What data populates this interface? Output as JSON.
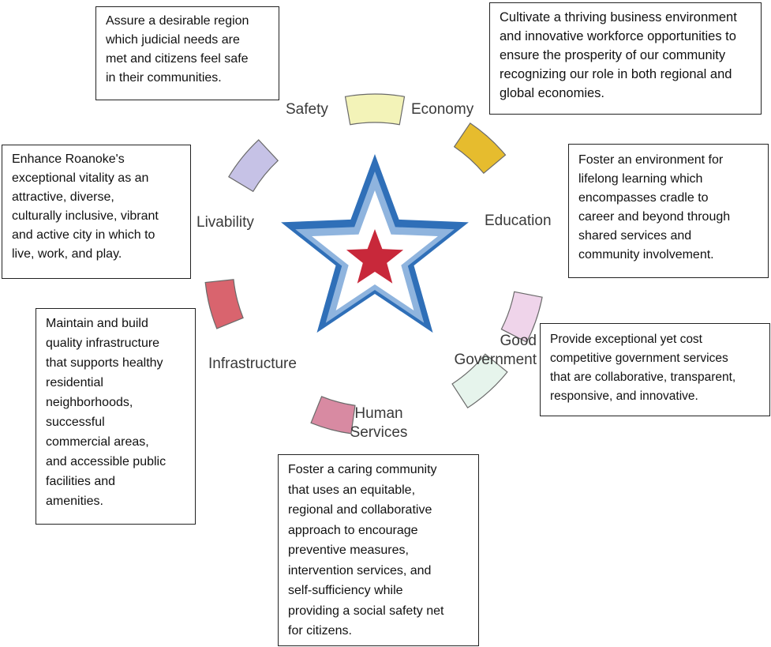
{
  "segments": [
    {
      "key": "safety",
      "label": "Safety",
      "color": "#f3f3b8"
    },
    {
      "key": "economy",
      "label": "Economy",
      "color": "#e6bc2e"
    },
    {
      "key": "education",
      "label": "Education",
      "color": "#efd4ea"
    },
    {
      "key": "good_government",
      "label": "Good\nGovernment",
      "color": "#e6f4ec"
    },
    {
      "key": "human_services",
      "label": "Human\nServices",
      "color": "#d88aa2"
    },
    {
      "key": "infrastructure",
      "label": "Infrastructure",
      "color": "#d9646e"
    },
    {
      "key": "livability",
      "label": "Livability",
      "color": "#c6c2e6"
    }
  ],
  "descriptions": {
    "safety": "Assure a desirable region\nwhich judicial needs are\nmet and citizens feel safe\nin their communities.",
    "economy": "Cultivate a thriving business environment\nand innovative workforce opportunities to\nensure the prosperity of our community\nrecognizing our role in both regional and\nglobal economies.",
    "education": "Foster an environment for\nlifelong learning which\nencompasses cradle to\ncareer and beyond through\nshared services and\ncommunity involvement.",
    "good_government": "Provide exceptional yet cost\ncompetitive government services\nthat are collaborative, transparent,\nresponsive, and innovative.",
    "human_services": "Foster a caring community\nthat uses an equitable,\nregional and collaborative\napproach to encourage\npreventive measures,\nintervention services, and\nself-sufficiency while\nproviding a social safety net\n for citizens.",
    "infrastructure": " Maintain and build\nquality infrastructure\nthat supports healthy\nresidential\nneighborhoods,\nsuccessful\ncommercial areas,\nand accessible public\nfacilities and\namenities.",
    "livability": " Enhance Roanoke's\nexceptional vitality as an\nattractive, diverse,\nculturally inclusive, vibrant\nand active city in which to\nlive, work, and play."
  },
  "star_colors": {
    "outer": "#2f6fb8",
    "middle": "#8fb4de",
    "inner_fill": "#ffffff",
    "center": "#c8283a"
  }
}
